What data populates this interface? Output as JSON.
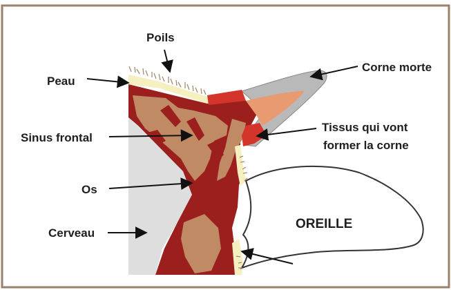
{
  "colors": {
    "border": "#9a8068",
    "skin": "#f6efc0",
    "bone": "#9b1f1d",
    "sinus": "#c08a64",
    "brain": "#dedede",
    "dead_horn": "#b9b9b9",
    "living_tissue": "#d4352a",
    "horn_core": "#e89a70",
    "hair": "#a08a70",
    "ear_fill": "#ffffff",
    "outline": "#333333"
  },
  "labels": {
    "poils": "Poils",
    "peau": "Peau",
    "sinus_frontal": "Sinus frontal",
    "os": "Os",
    "cerveau": "Cerveau",
    "corne_morte": "Corne morte",
    "tissus_line1": "Tissus qui vont",
    "tissus_line2": "former la corne",
    "oreille": "OREILLE"
  }
}
